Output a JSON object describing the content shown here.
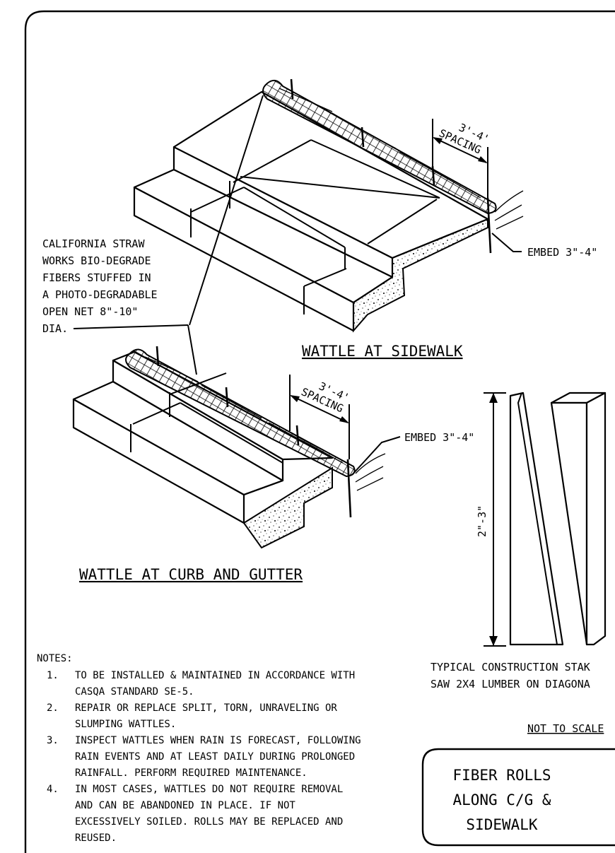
{
  "sheet": {
    "title_lines": [
      "FIBER ROLLS",
      "ALONG C/G &",
      "SIDEWALK"
    ],
    "scale_note": "NOT TO SCALE"
  },
  "details": {
    "sidewalk": {
      "title": "WATTLE AT SIDEWALK",
      "spacing_label": [
        "3'-4'",
        "SPACING"
      ],
      "embed_label": "EMBED 3\"-4\""
    },
    "curb": {
      "title": "WATTLE AT CURB AND GUTTER",
      "spacing_label": [
        "3'-4'",
        "SPACING"
      ],
      "embed_label": "EMBED 3\"-4\""
    },
    "material_callout": [
      "CALIFORNIA STRAW",
      "WORKS BIO-DEGRADE",
      "FIBERS STUFFED IN",
      "A PHOTO-DEGRADABLE",
      "OPEN NET 8\"-10\"",
      "DIA."
    ],
    "stake": {
      "height_label": "2\"-3\"",
      "caption": [
        "TYPICAL CONSTRUCTION STAK",
        "SAW 2X4 LUMBER ON DIAGONA"
      ]
    }
  },
  "notes": {
    "heading": "NOTES:",
    "items": [
      {
        "num": "1.",
        "lines": [
          "TO BE INSTALLED & MAINTAINED IN ACCORDANCE WITH",
          "CASQA STANDARD SE-5."
        ]
      },
      {
        "num": "2.",
        "lines": [
          "REPAIR OR REPLACE SPLIT, TORN, UNRAVELING OR",
          "SLUMPING WATTLES."
        ]
      },
      {
        "num": "3.",
        "lines": [
          "INSPECT WATTLES WHEN RAIN IS FORECAST, FOLLOWING",
          "RAIN EVENTS AND AT LEAST DAILY DURING PROLONGED",
          "RAINFALL.  PERFORM REQUIRED MAINTENANCE."
        ]
      },
      {
        "num": "4.",
        "lines": [
          "IN MOST CASES, WATTLES DO NOT REQUIRE REMOVAL",
          "AND CAN BE ABANDONED IN PLACE. IF NOT",
          "EXCESSIVELY SOILED. ROLLS MAY BE REPLACED AND",
          "REUSED."
        ]
      }
    ]
  }
}
